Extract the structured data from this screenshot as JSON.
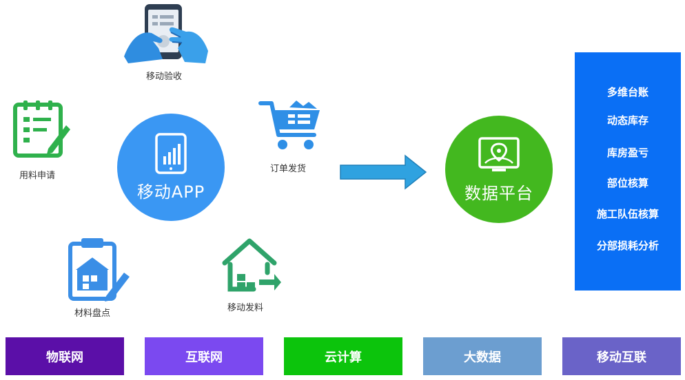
{
  "app": {
    "label": "移动APP",
    "color": "#3a97f3",
    "icon": "tablet-chart-icon"
  },
  "features": [
    {
      "key": "mobile-acceptance",
      "label": "移动验收",
      "icon": "hand-phone-icon",
      "color": "#3a8ee6"
    },
    {
      "key": "material-request",
      "label": "用料申请",
      "icon": "checklist-pencil-icon",
      "color": "#2fb14c"
    },
    {
      "key": "order-shipping",
      "label": "订单发货",
      "icon": "shopping-cart-icon",
      "color": "#2f8fe6"
    },
    {
      "key": "material-inventory",
      "label": "材料盘点",
      "icon": "clipboard-warehouse-icon",
      "color": "#3a8ee6"
    },
    {
      "key": "mobile-dispatch",
      "label": "移动发料",
      "icon": "house-boxes-icon",
      "color": "#2fa36a"
    }
  ],
  "flow_arrow": {
    "icon": "right-arrow-icon",
    "color": "#2fa2e0"
  },
  "platform": {
    "label": "数据平台",
    "color": "#43b81f",
    "icon": "location-screen-icon"
  },
  "panel": {
    "color": "#0a6ff5",
    "items": [
      "多维台账",
      "动态库存",
      "库房盈亏",
      "部位核算",
      "施工队伍核算",
      "分部损耗分析"
    ]
  },
  "technologies": [
    {
      "label": "物联网",
      "color": "#5b0fa8"
    },
    {
      "label": "互联网",
      "color": "#7b49f0"
    },
    {
      "label": "云计算",
      "color": "#0cc40c"
    },
    {
      "label": "大数据",
      "color": "#6c9ed0"
    },
    {
      "label": "移动互联",
      "color": "#6a63c8"
    }
  ]
}
